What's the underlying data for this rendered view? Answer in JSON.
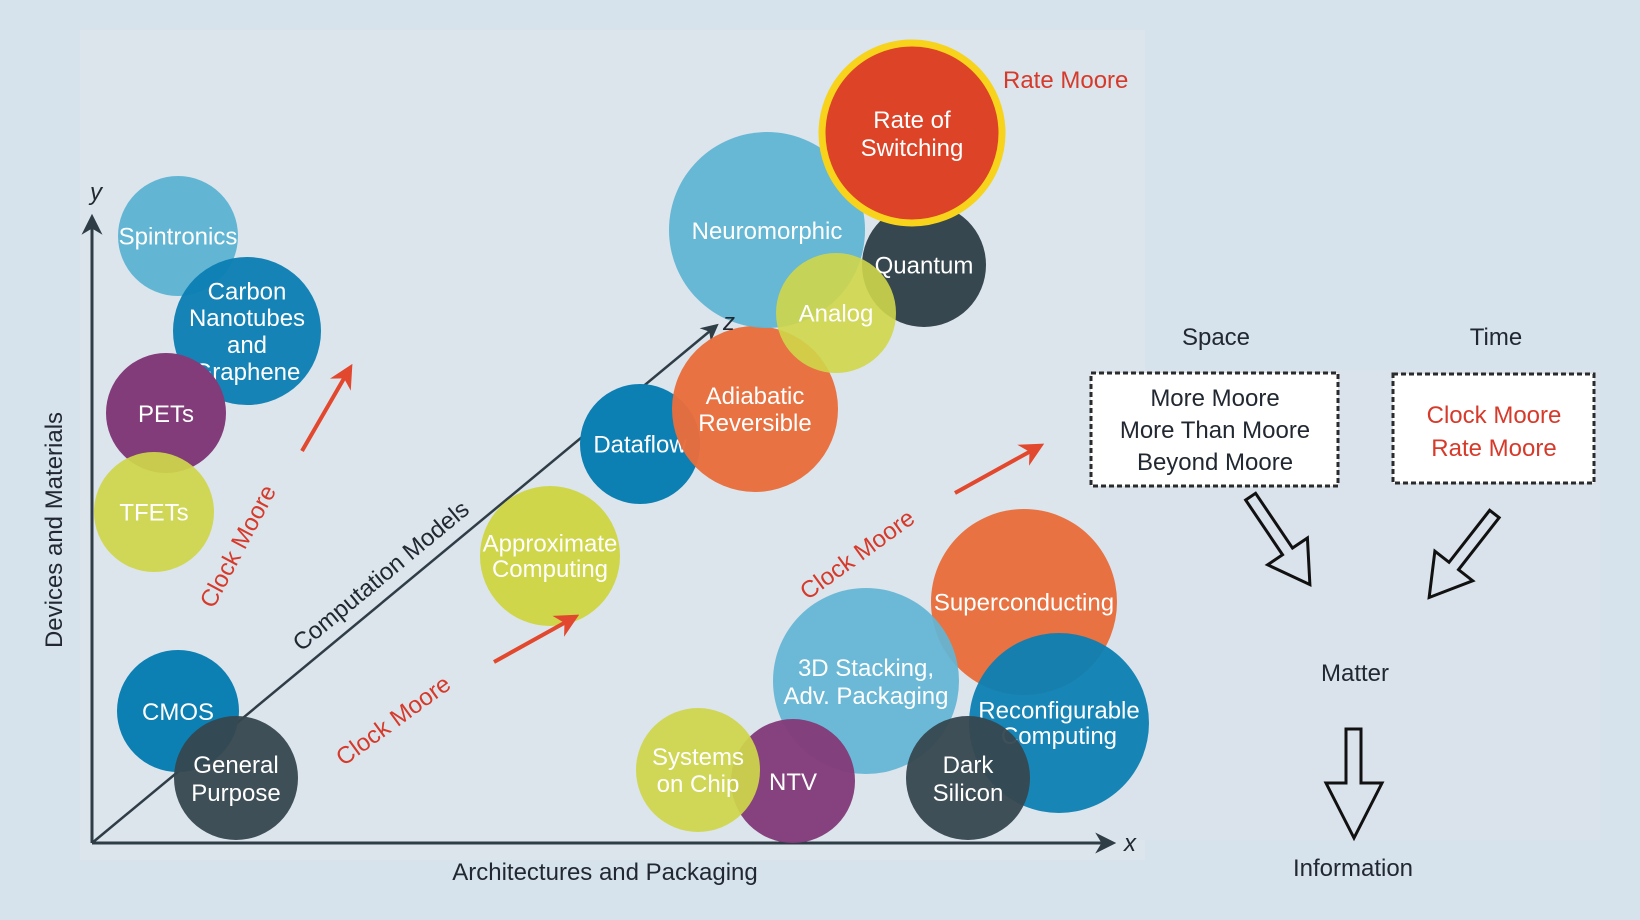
{
  "axes": {
    "y_letter": "y",
    "x_letter": "x",
    "z_letter": "z",
    "y_title": "Devices and Materials",
    "x_title": "Architectures and Packaging",
    "z_title": "Computation Models"
  },
  "colors": {
    "light_blue": "#62b6d4",
    "dark_blue": "#0c7fb3",
    "purple": "#833c7a",
    "lime": "#cfd64a",
    "orange": "#e86d3c",
    "red": "#dc4327",
    "slate": "#36474f",
    "yellow_ring": "#f7d31c",
    "annotation_red": "#d63a2a",
    "text_dark": "#222831"
  },
  "bubbles": [
    {
      "id": "spintronics",
      "lines": [
        "Spintronics"
      ],
      "color": "light_blue"
    },
    {
      "id": "carbon-nanotubes",
      "lines": [
        "Carbon",
        "Nanotubes",
        "and",
        "Graphene"
      ],
      "color": "dark_blue"
    },
    {
      "id": "pets",
      "lines": [
        "PETs"
      ],
      "color": "purple"
    },
    {
      "id": "tfets",
      "lines": [
        "TFETs"
      ],
      "color": "lime"
    },
    {
      "id": "cmos",
      "lines": [
        "CMOS"
      ],
      "color": "dark_blue"
    },
    {
      "id": "general-purpose",
      "lines": [
        "General",
        "Purpose"
      ],
      "color": "slate"
    },
    {
      "id": "approximate-computing",
      "lines": [
        "Approximate",
        "Computing"
      ],
      "color": "lime"
    },
    {
      "id": "dataflow",
      "lines": [
        "Dataflow"
      ],
      "color": "dark_blue"
    },
    {
      "id": "adiabatic-reversible",
      "lines": [
        "Adiabatic",
        "Reversible"
      ],
      "color": "orange"
    },
    {
      "id": "neuromorphic",
      "lines": [
        "Neuromorphic"
      ],
      "color": "light_blue"
    },
    {
      "id": "quantum",
      "lines": [
        "Quantum"
      ],
      "color": "slate"
    },
    {
      "id": "analog",
      "lines": [
        "Analog"
      ],
      "color": "lime"
    },
    {
      "id": "rate-of-switching",
      "lines": [
        "Rate of",
        "Switching"
      ],
      "color": "red"
    },
    {
      "id": "superconducting",
      "lines": [
        "Superconducting"
      ],
      "color": "orange"
    },
    {
      "id": "reconfigurable-computing",
      "lines": [
        "Reconfigurable",
        "Computing"
      ],
      "color": "dark_blue"
    },
    {
      "id": "3d-stacking",
      "lines": [
        "3D Stacking,",
        "Adv. Packaging"
      ],
      "color": "light_blue"
    },
    {
      "id": "ntv",
      "lines": [
        "NTV"
      ],
      "color": "purple"
    },
    {
      "id": "systems-on-chip",
      "lines": [
        "Systems",
        "on Chip"
      ],
      "color": "lime"
    },
    {
      "id": "dark-silicon",
      "lines": [
        "Dark",
        "Silicon"
      ],
      "color": "slate"
    }
  ],
  "annotations": {
    "clock_moore_devices": "Clock Moore",
    "clock_moore_architectures": "Clock Moore",
    "clock_moore_packaging": "Clock Moore",
    "rate_moore": "Rate Moore"
  },
  "side_panel": {
    "space_title": "Space",
    "time_title": "Time",
    "space_box": [
      "More Moore",
      "More Than Moore",
      "Beyond Moore"
    ],
    "time_box": [
      "Clock Moore",
      "Rate Moore"
    ],
    "matter": "Matter",
    "information": "Information"
  }
}
